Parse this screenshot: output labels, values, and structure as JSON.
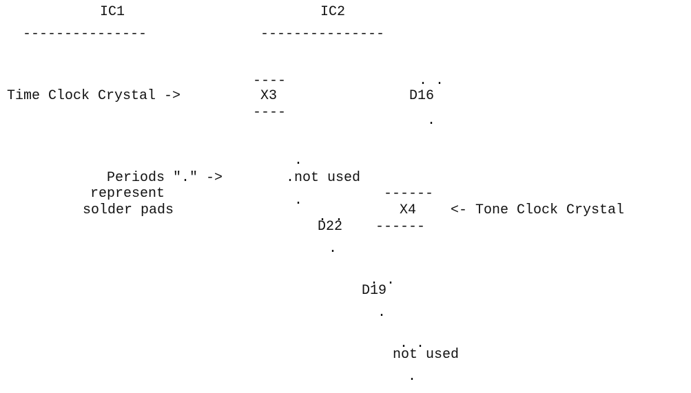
{
  "diagram": {
    "ic1_label": "IC1",
    "ic1_line": "---------------",
    "ic2_label": "IC2",
    "ic2_line": "---------------",
    "x3_top_line": "----",
    "time_clock_label": "Time Clock Crystal ->",
    "x3_label": "X3",
    "x3_bottom_line": "----",
    "d16_top_pads": ". .",
    "d16_label": "D16",
    "d16_bottom_pad": ".",
    "center_pad": ".",
    "periods_text": "Periods \".\" ->",
    "not_used_1_text": ".not used",
    "represent_text": "represent",
    "represent_pad": ".",
    "solder_pads_text": "solder pads",
    "d22_top_pads": ". .",
    "x4_top_line": "------",
    "x4_label": "X4",
    "tone_clock_label": "<- Tone Clock Crystal",
    "d22_label": "D22",
    "x4_bottom_line": "------",
    "d22_bottom_pad": ".",
    "d19_top_pads": ". .",
    "d19_label": "D19",
    "d19_bottom_pad": ".",
    "nu_top_pads": ". .",
    "not_used_2_text": "not used",
    "nu_bottom_pad": "."
  }
}
